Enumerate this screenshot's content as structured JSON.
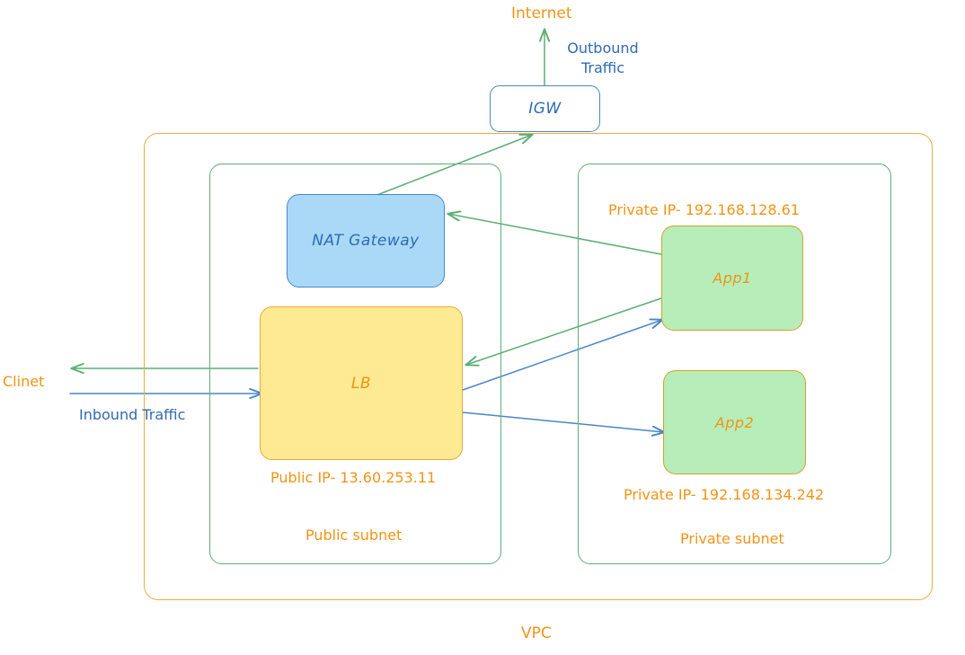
{
  "diagram": {
    "title": "AWS VPC network architecture",
    "containers": {
      "vpc": {
        "label": "VPC",
        "border_color": "#efab3f"
      },
      "public_subnet": {
        "label": "Public subnet",
        "border_color": "#5cae77"
      },
      "private_subnet": {
        "label": "Private subnet",
        "border_color": "#5cae77"
      }
    },
    "nodes": {
      "igw": {
        "label": "IGW",
        "fill": "#ffffff",
        "border_color": "#4a86c8",
        "text_color": "#2f6bb3"
      },
      "nat": {
        "label": "NAT Gateway",
        "fill": "#a9d9f7",
        "border_color": "#4a86c8",
        "text_color": "#2f6bb3"
      },
      "lb": {
        "label": "LB",
        "fill": "#fdea93",
        "border_color": "#e7a93a",
        "text_color": "#ef9514"
      },
      "app1": {
        "label": "App1",
        "fill": "#b6edb9",
        "border_color": "#d6a128",
        "text_color": "#ef9514"
      },
      "app2": {
        "label": "App2",
        "fill": "#b6edb9",
        "border_color": "#d6a128",
        "text_color": "#ef9514"
      }
    },
    "annotations": {
      "internet": "Internet",
      "outbound_traffic": "Outbound Traffic",
      "client": "Clinet",
      "inbound_traffic": "Inbound Traffic",
      "lb_public_ip": "Public IP-  13.60.253.11",
      "app1_private_ip": "Private IP-  192.168.128.61",
      "app2_private_ip": "Private IP-  192.168.134.242"
    },
    "colors": {
      "orange_text": "#f39314",
      "blue_text": "#2f6bb3",
      "green_arrow": "#5cae77",
      "blue_arrow": "#4a86c8"
    },
    "edges": [
      {
        "from": "igw",
        "to": "internet",
        "color": "green",
        "label": "Outbound Traffic"
      },
      {
        "from": "nat",
        "to": "igw",
        "color": "green",
        "label": ""
      },
      {
        "from": "app1",
        "to": "nat",
        "color": "green",
        "label": ""
      },
      {
        "from": "app1",
        "to": "lb",
        "color": "green",
        "label": ""
      },
      {
        "from": "lb",
        "to": "client",
        "color": "green",
        "label": ""
      },
      {
        "from": "client",
        "to": "lb",
        "color": "blue",
        "label": "Inbound Traffic"
      },
      {
        "from": "lb",
        "to": "app1",
        "color": "blue",
        "label": ""
      },
      {
        "from": "lb",
        "to": "app2",
        "color": "blue",
        "label": ""
      }
    ]
  }
}
